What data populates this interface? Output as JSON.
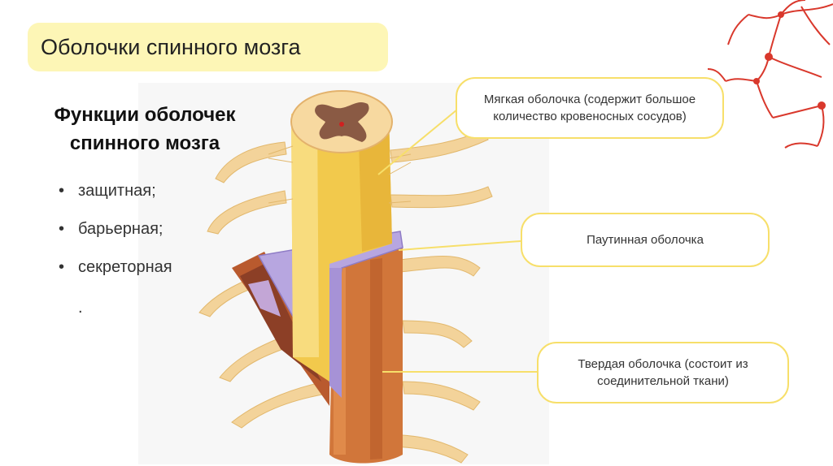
{
  "title": "Оболочки спинного мозга",
  "subtitle": "Функции оболочек спинного мозга",
  "functions": [
    "защитная;",
    "барьерная;",
    "секреторная"
  ],
  "trailing_dot": ".",
  "callouts": {
    "pia": "Мягкая оболочка (содержит большое количество кровеносных сосудов)",
    "arachnoid": "Паутинная оболочка",
    "dura": "Твердая оболочка (состоит из соединительной ткани)"
  },
  "colors": {
    "title_bg": "#fdf6b6",
    "callout_border": "#f7df6a",
    "neuron": "#d9382c",
    "dura": "#d1763a",
    "arachnoid": "#b7a6e0",
    "pia": "#f2c94c",
    "nerve": "#f3d39a"
  }
}
